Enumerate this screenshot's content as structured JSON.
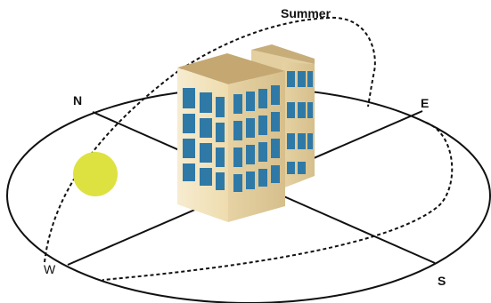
{
  "labels": {
    "summer": "Summer",
    "north": "N",
    "east": "E",
    "south": "S",
    "west": "W"
  },
  "colors": {
    "sun": "#dde240",
    "building_front": "#f2e3bb",
    "building_side": "#e0cd9d",
    "building_roof": "#c7ad7a",
    "window_blue": "#2f79a7",
    "line": "#111111"
  },
  "icons": {
    "sun": "sun-icon",
    "building": "building-icon"
  }
}
